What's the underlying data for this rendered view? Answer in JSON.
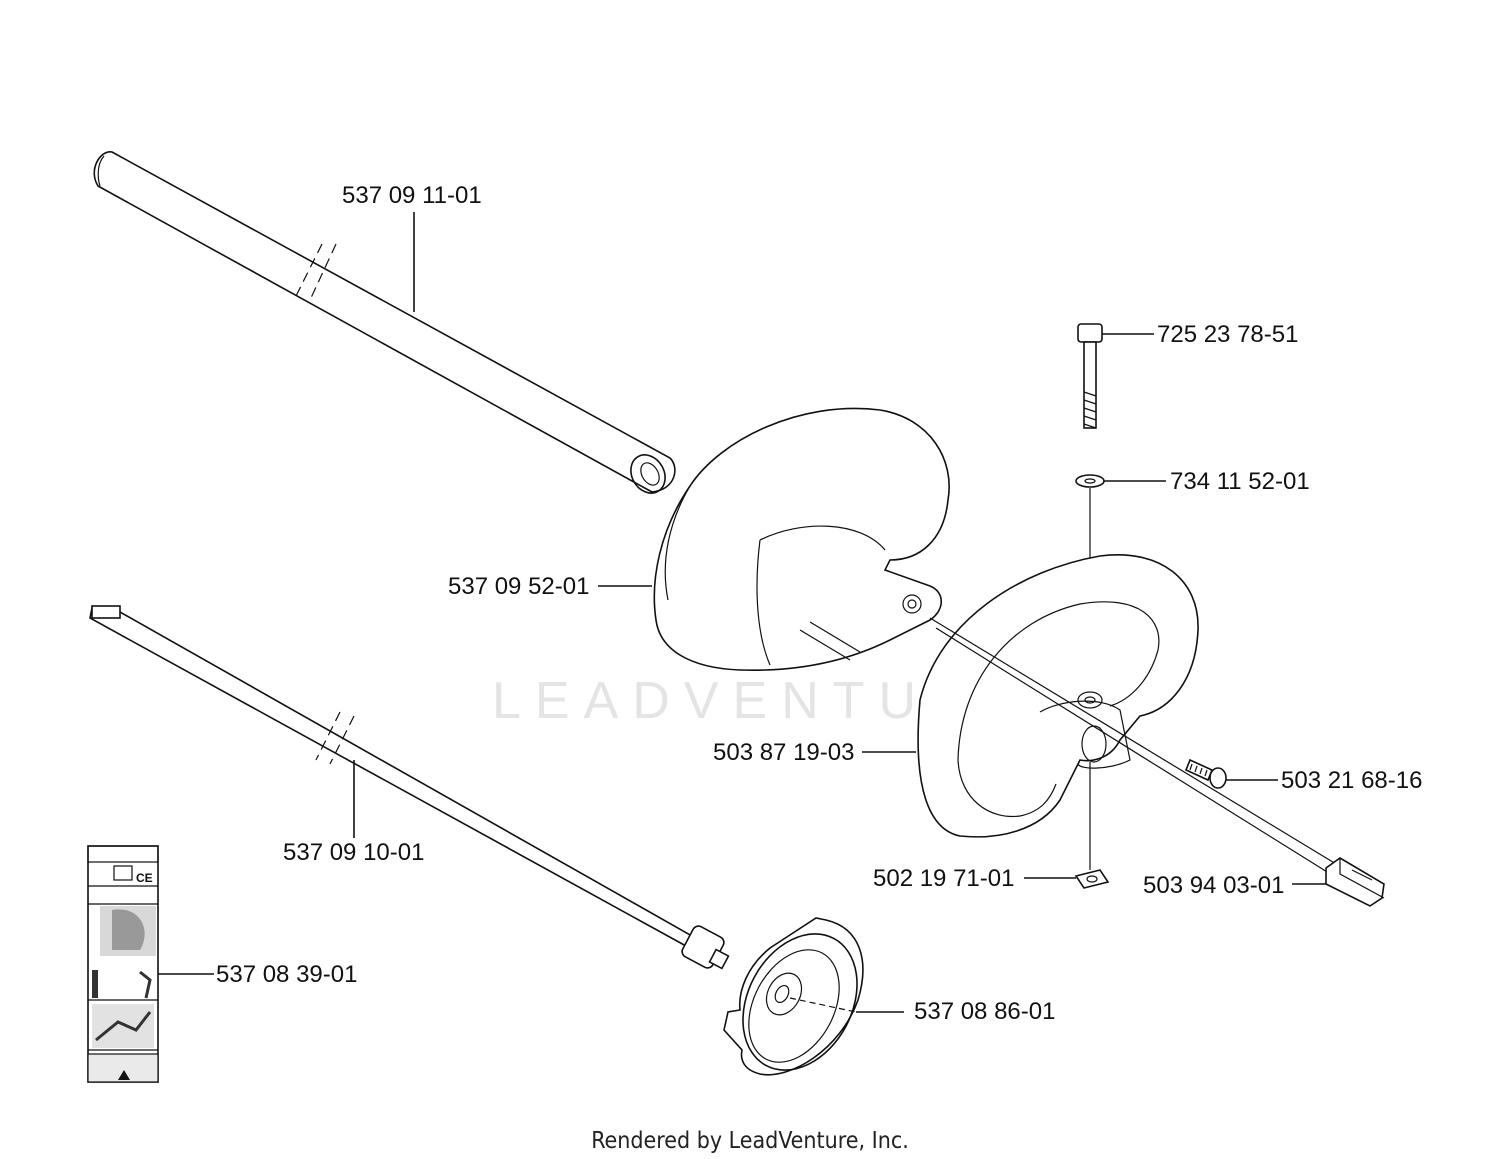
{
  "watermark": {
    "text": "LEADVENTURE"
  },
  "footer": {
    "text": "Rendered by LeadVenture, Inc."
  },
  "parts": [
    {
      "id": "tube",
      "number": "537 09 11-01"
    },
    {
      "id": "guard",
      "number": "537 09 52-01"
    },
    {
      "id": "drive-shaft",
      "number": "537 09 10-01"
    },
    {
      "id": "decal",
      "number": "537 08 39-01"
    },
    {
      "id": "clutch-cover",
      "number": "537 08 86-01"
    },
    {
      "id": "bolt",
      "number": "725 23 78-51"
    },
    {
      "id": "washer",
      "number": "734 11 52-01"
    },
    {
      "id": "handle",
      "number": "503 87 19-03"
    },
    {
      "id": "screw",
      "number": "503 21 68-16"
    },
    {
      "id": "nut",
      "number": "502 19 71-01"
    },
    {
      "id": "bracket",
      "number": "503 94 03-01"
    }
  ]
}
